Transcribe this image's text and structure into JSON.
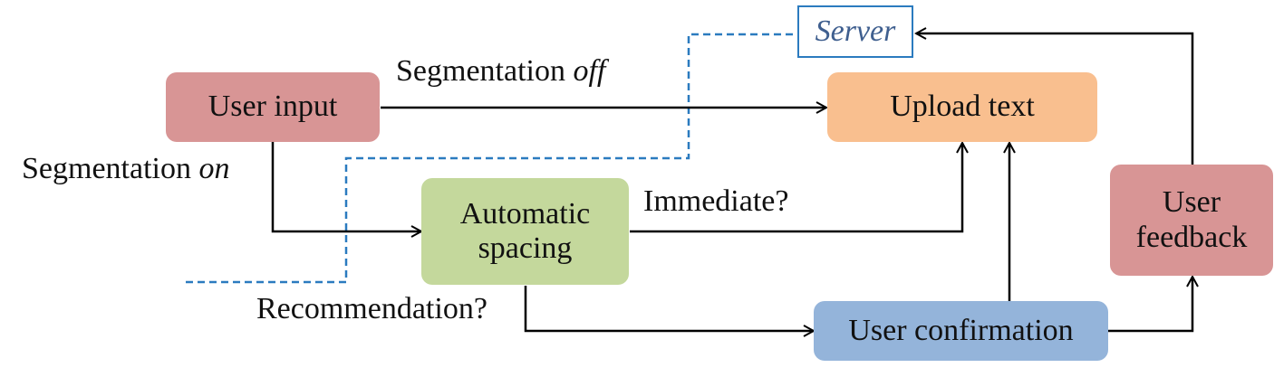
{
  "colors": {
    "user_input": "#d89595",
    "upload_text": "#f9bf8f",
    "automatic_spacing": "#c4d89c",
    "user_feedback": "#d89595",
    "user_confirmation": "#94b4da",
    "server_border": "#2b7bbf",
    "server_text": "#3f5f8f",
    "dashed_line": "#2b7bbf",
    "arrow": "#000000"
  },
  "nodes": {
    "server": "Server",
    "user_input": "User input",
    "upload_text": "Upload text",
    "automatic_spacing": "Automatic spacing",
    "user_feedback": "User feedback",
    "user_confirmation": "User confirmation"
  },
  "labels": {
    "segmentation_off_main": "Segmentation ",
    "segmentation_off_italic": "off",
    "segmentation_on_main": "Segmentation ",
    "segmentation_on_italic": "on",
    "immediate": "Immediate?",
    "recommendation": "Recommendation?"
  }
}
